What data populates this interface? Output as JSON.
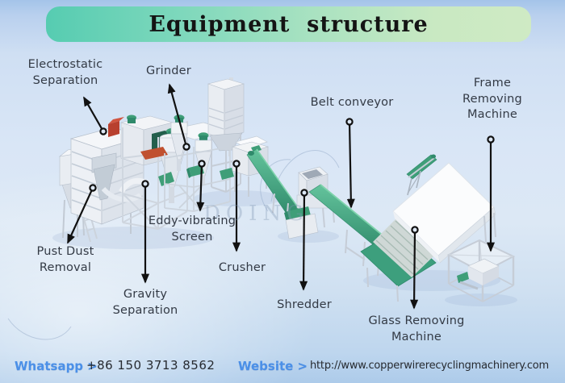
{
  "banner": {
    "title": "Equipment  structure",
    "gradient_left": "#56ccb1",
    "gradient_right": "#cfeac4"
  },
  "watermark": "DOING",
  "machine_labels": {
    "electrostatic_separation": {
      "text": "Electrostatic\nSeparation"
    },
    "grinder": {
      "text": "Grinder"
    },
    "belt_conveyor": {
      "text": "Belt conveyor"
    },
    "frame_removing_machine": {
      "text": "Frame\nRemoving\nMachine"
    },
    "dust_removal": {
      "text": "Pust Dust\nRemoval"
    },
    "eddy_vibrating_screen": {
      "text": "Eddy-vibrating\nScreen"
    },
    "crusher": {
      "text": "Crusher"
    },
    "gravity_separation": {
      "text": "Gravity\nSeparation"
    },
    "shredder": {
      "text": "Shredder"
    },
    "glass_removing_machine": {
      "text": "Glass Removing\nMachine"
    }
  },
  "footer": {
    "whatsapp_label": "Whatsapp >",
    "whatsapp_number": "+86 150 3713 8562",
    "website_label": "Website >",
    "website_url": "http://www.copperwirerecyclingmachinery.com"
  },
  "colors": {
    "background_top": "#a4c4e9",
    "leader_line": "#111111",
    "belt_green": "#3fa583",
    "label_text": "#333a45",
    "footer_accent": "#4b90e8"
  }
}
